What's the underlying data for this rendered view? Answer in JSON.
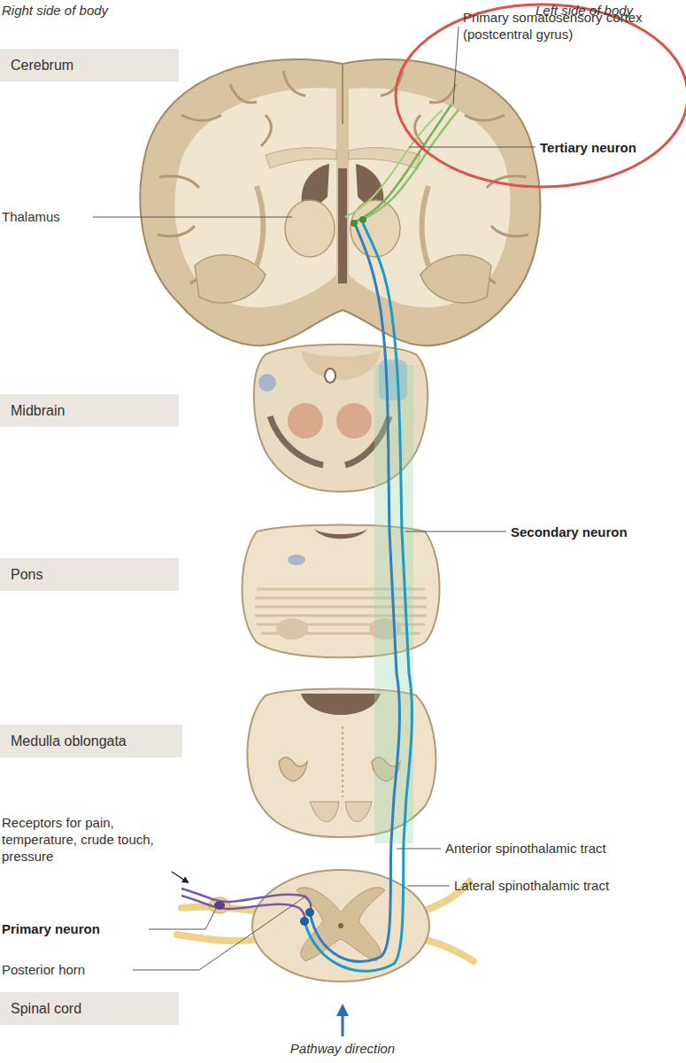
{
  "diagram": {
    "nodes": [
      {
        "text": [
          "Cerebrum"
        ]
      },
      {
        "text": [
          "Midbrain"
        ]
      },
      {
        "text": [
          "Pons"
        ]
      },
      {
        "text": [
          "Medulla oblongata"
        ]
      },
      {
        "text": [
          "Spinal cord"
        ]
      }
    ],
    "labels": [
      "Right side of body",
      "Left side of body",
      "Primary somatosensory cortex (postcentral gyrus)",
      "Tertiary neuron",
      "Thalamus",
      "Secondary neuron",
      "Receptors for pain, temperature, crude touch, pressure",
      "Anterior spinothalamic tract",
      "Lateral spinothalamic tract",
      "Primary neuron",
      "Posterior horn",
      "Pathway direction"
    ]
  }
}
